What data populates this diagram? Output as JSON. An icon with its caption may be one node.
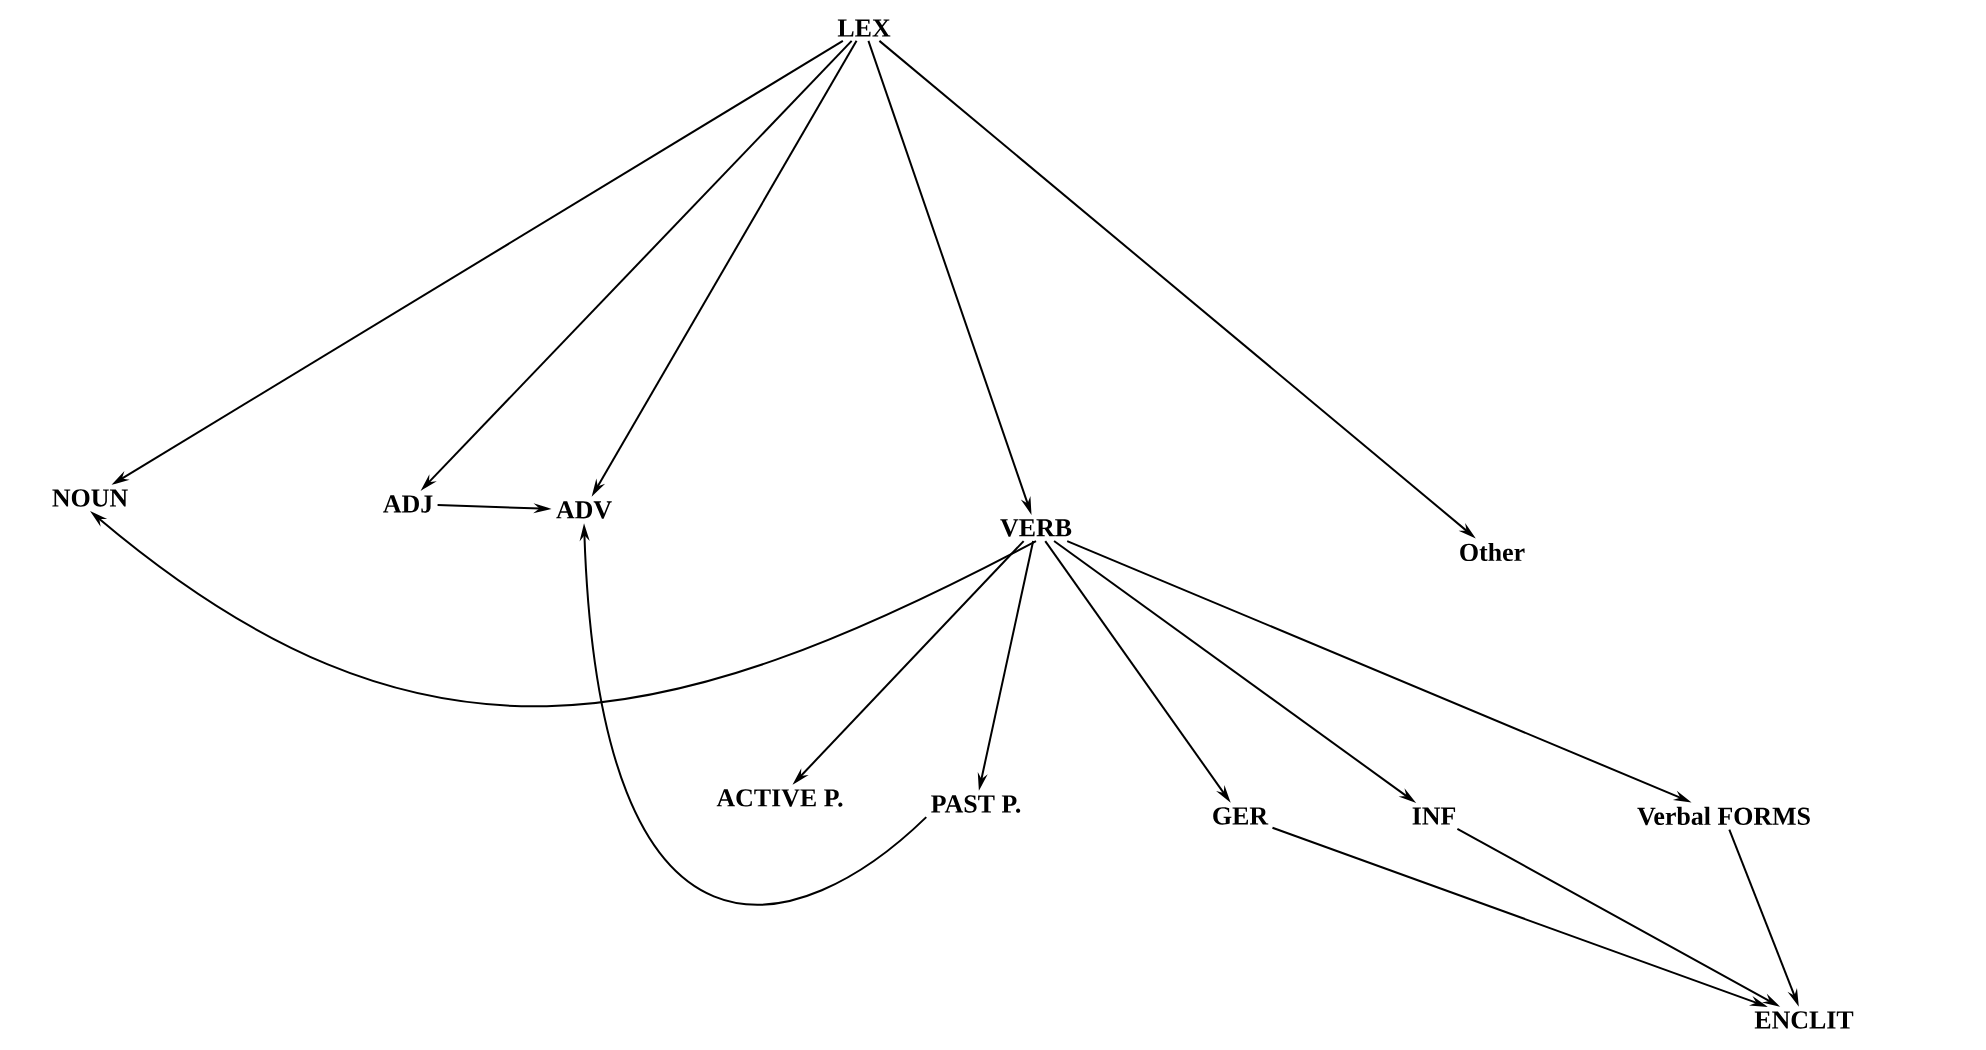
{
  "diagram": {
    "nodes": [
      {
        "text": [
          "LEX"
        ]
      },
      {
        "text": [
          "NOUN"
        ]
      },
      {
        "text": [
          "ADJ"
        ]
      },
      {
        "text": [
          "ADV"
        ]
      },
      {
        "text": [
          "VERB"
        ]
      },
      {
        "text": [
          "Other"
        ]
      },
      {
        "text": [
          "ACTIVE P."
        ]
      },
      {
        "text": [
          "PAST P."
        ]
      },
      {
        "text": [
          "GER"
        ]
      },
      {
        "text": [
          "INF"
        ]
      },
      {
        "text": [
          "Verbal FORMS"
        ]
      },
      {
        "text": [
          "ENCLIT"
        ]
      }
    ],
    "edges": [
      {
        "from": 0,
        "to": 1,
        "arrow": "to"
      },
      {
        "from": 0,
        "to": 2,
        "arrow": "to"
      },
      {
        "from": 0,
        "to": 3,
        "arrow": "to"
      },
      {
        "from": 0,
        "to": 4,
        "arrow": "to"
      },
      {
        "from": 0,
        "to": 5,
        "arrow": "to"
      },
      {
        "from": 2,
        "to": 3,
        "arrow": "to"
      },
      {
        "from": 4,
        "to": 1,
        "arrow": "to"
      },
      {
        "from": 4,
        "to": 6,
        "arrow": "to"
      },
      {
        "from": 4,
        "to": 7,
        "arrow": "to"
      },
      {
        "from": 4,
        "to": 8,
        "arrow": "to"
      },
      {
        "from": 4,
        "to": 9,
        "arrow": "to"
      },
      {
        "from": 4,
        "to": 10,
        "arrow": "to"
      },
      {
        "from": 7,
        "to": 3,
        "arrow": "to"
      },
      {
        "from": 8,
        "to": 11,
        "arrow": "to"
      },
      {
        "from": 9,
        "to": 11,
        "arrow": "to"
      },
      {
        "from": 10,
        "to": 11,
        "arrow": "to"
      }
    ]
  }
}
